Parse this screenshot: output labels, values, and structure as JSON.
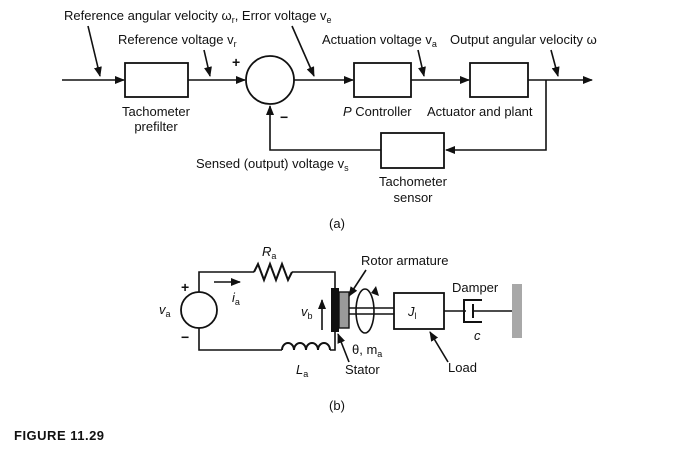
{
  "part_a": {
    "label_ref_velocity_main": "Reference angular velocity ω",
    "label_ref_velocity_sub": "r",
    "label_error_voltage_main": ", Error voltage v",
    "label_error_voltage_sub": "e",
    "label_ref_voltage_main": "Reference voltage v",
    "label_ref_voltage_sub": "r",
    "label_actuation_main": "Actuation voltage v",
    "label_actuation_sub": "a",
    "label_output_velocity": "Output angular velocity ω",
    "plus_sign": "+",
    "minus_sign": "−",
    "prefilter_line1": "Tachometer",
    "prefilter_line2": "prefilter",
    "controller_p": "P",
    "controller_text": " Controller",
    "actuator_text": "Actuator and plant",
    "sensed_main": "Sensed (output) voltage v",
    "sensed_sub": "s",
    "sensor_line1": "Tachometer",
    "sensor_line2": "sensor",
    "caption": "(a)"
  },
  "part_b": {
    "resistor_main": "R",
    "resistor_sub": "a",
    "current_main": "i",
    "current_sub": "a",
    "source_main": "v",
    "source_sub": "a",
    "plus_sign": "+",
    "minus_sign": "−",
    "backemf_main": "v",
    "backemf_sub": "b",
    "inductor_main": "L",
    "inductor_sub": "a",
    "rotor_armature": "Rotor armature",
    "theta_label_main": "θ, m",
    "theta_label_sub": "a",
    "stator": "Stator",
    "inertia_main": "J",
    "inertia_sub": "l",
    "load": "Load",
    "damper": "Damper",
    "damping_coeff": "c",
    "caption": "(b)"
  },
  "figure_label": "FIGURE 11.29"
}
